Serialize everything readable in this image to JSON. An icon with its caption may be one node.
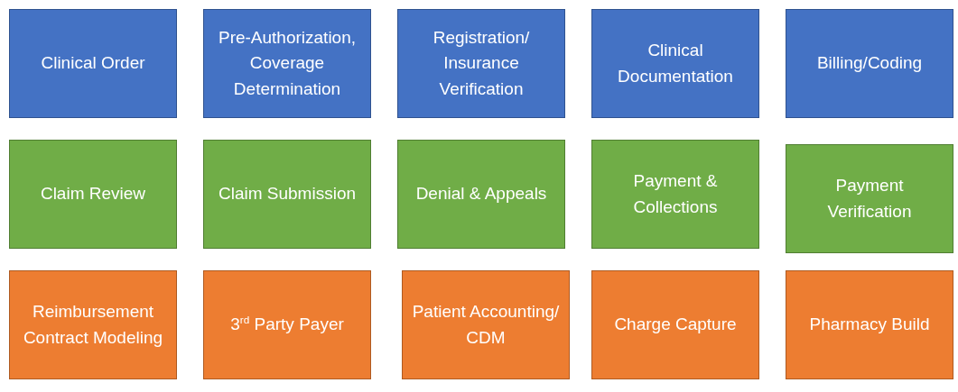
{
  "diagram": {
    "nodes": [
      {
        "text": [
          "Clinical Order"
        ]
      },
      {
        "text": [
          "Pre-Authorization, Coverage Determination"
        ]
      },
      {
        "text": [
          "Registration/ Insurance Verification"
        ]
      },
      {
        "text": [
          "Clinical Documentation"
        ]
      },
      {
        "text": [
          "Billing/Coding"
        ]
      },
      {
        "text": [
          "Claim Review"
        ]
      },
      {
        "text": [
          "Claim Submission"
        ]
      },
      {
        "text": [
          "Denial & Appeals"
        ]
      },
      {
        "text": [
          "Payment & Collections"
        ]
      },
      {
        "text": [
          "Payment Verification"
        ]
      },
      {
        "text": [
          "Reimbursement Contract Modeling"
        ]
      },
      {
        "text": [
          "3$^{rd}$ Party Payer"
        ]
      },
      {
        "text": [
          "Patient Accounting/ CDM"
        ]
      },
      {
        "text": [
          "Charge Capture"
        ]
      },
      {
        "text": [
          "Pharmacy Build"
        ]
      }
    ]
  }
}
